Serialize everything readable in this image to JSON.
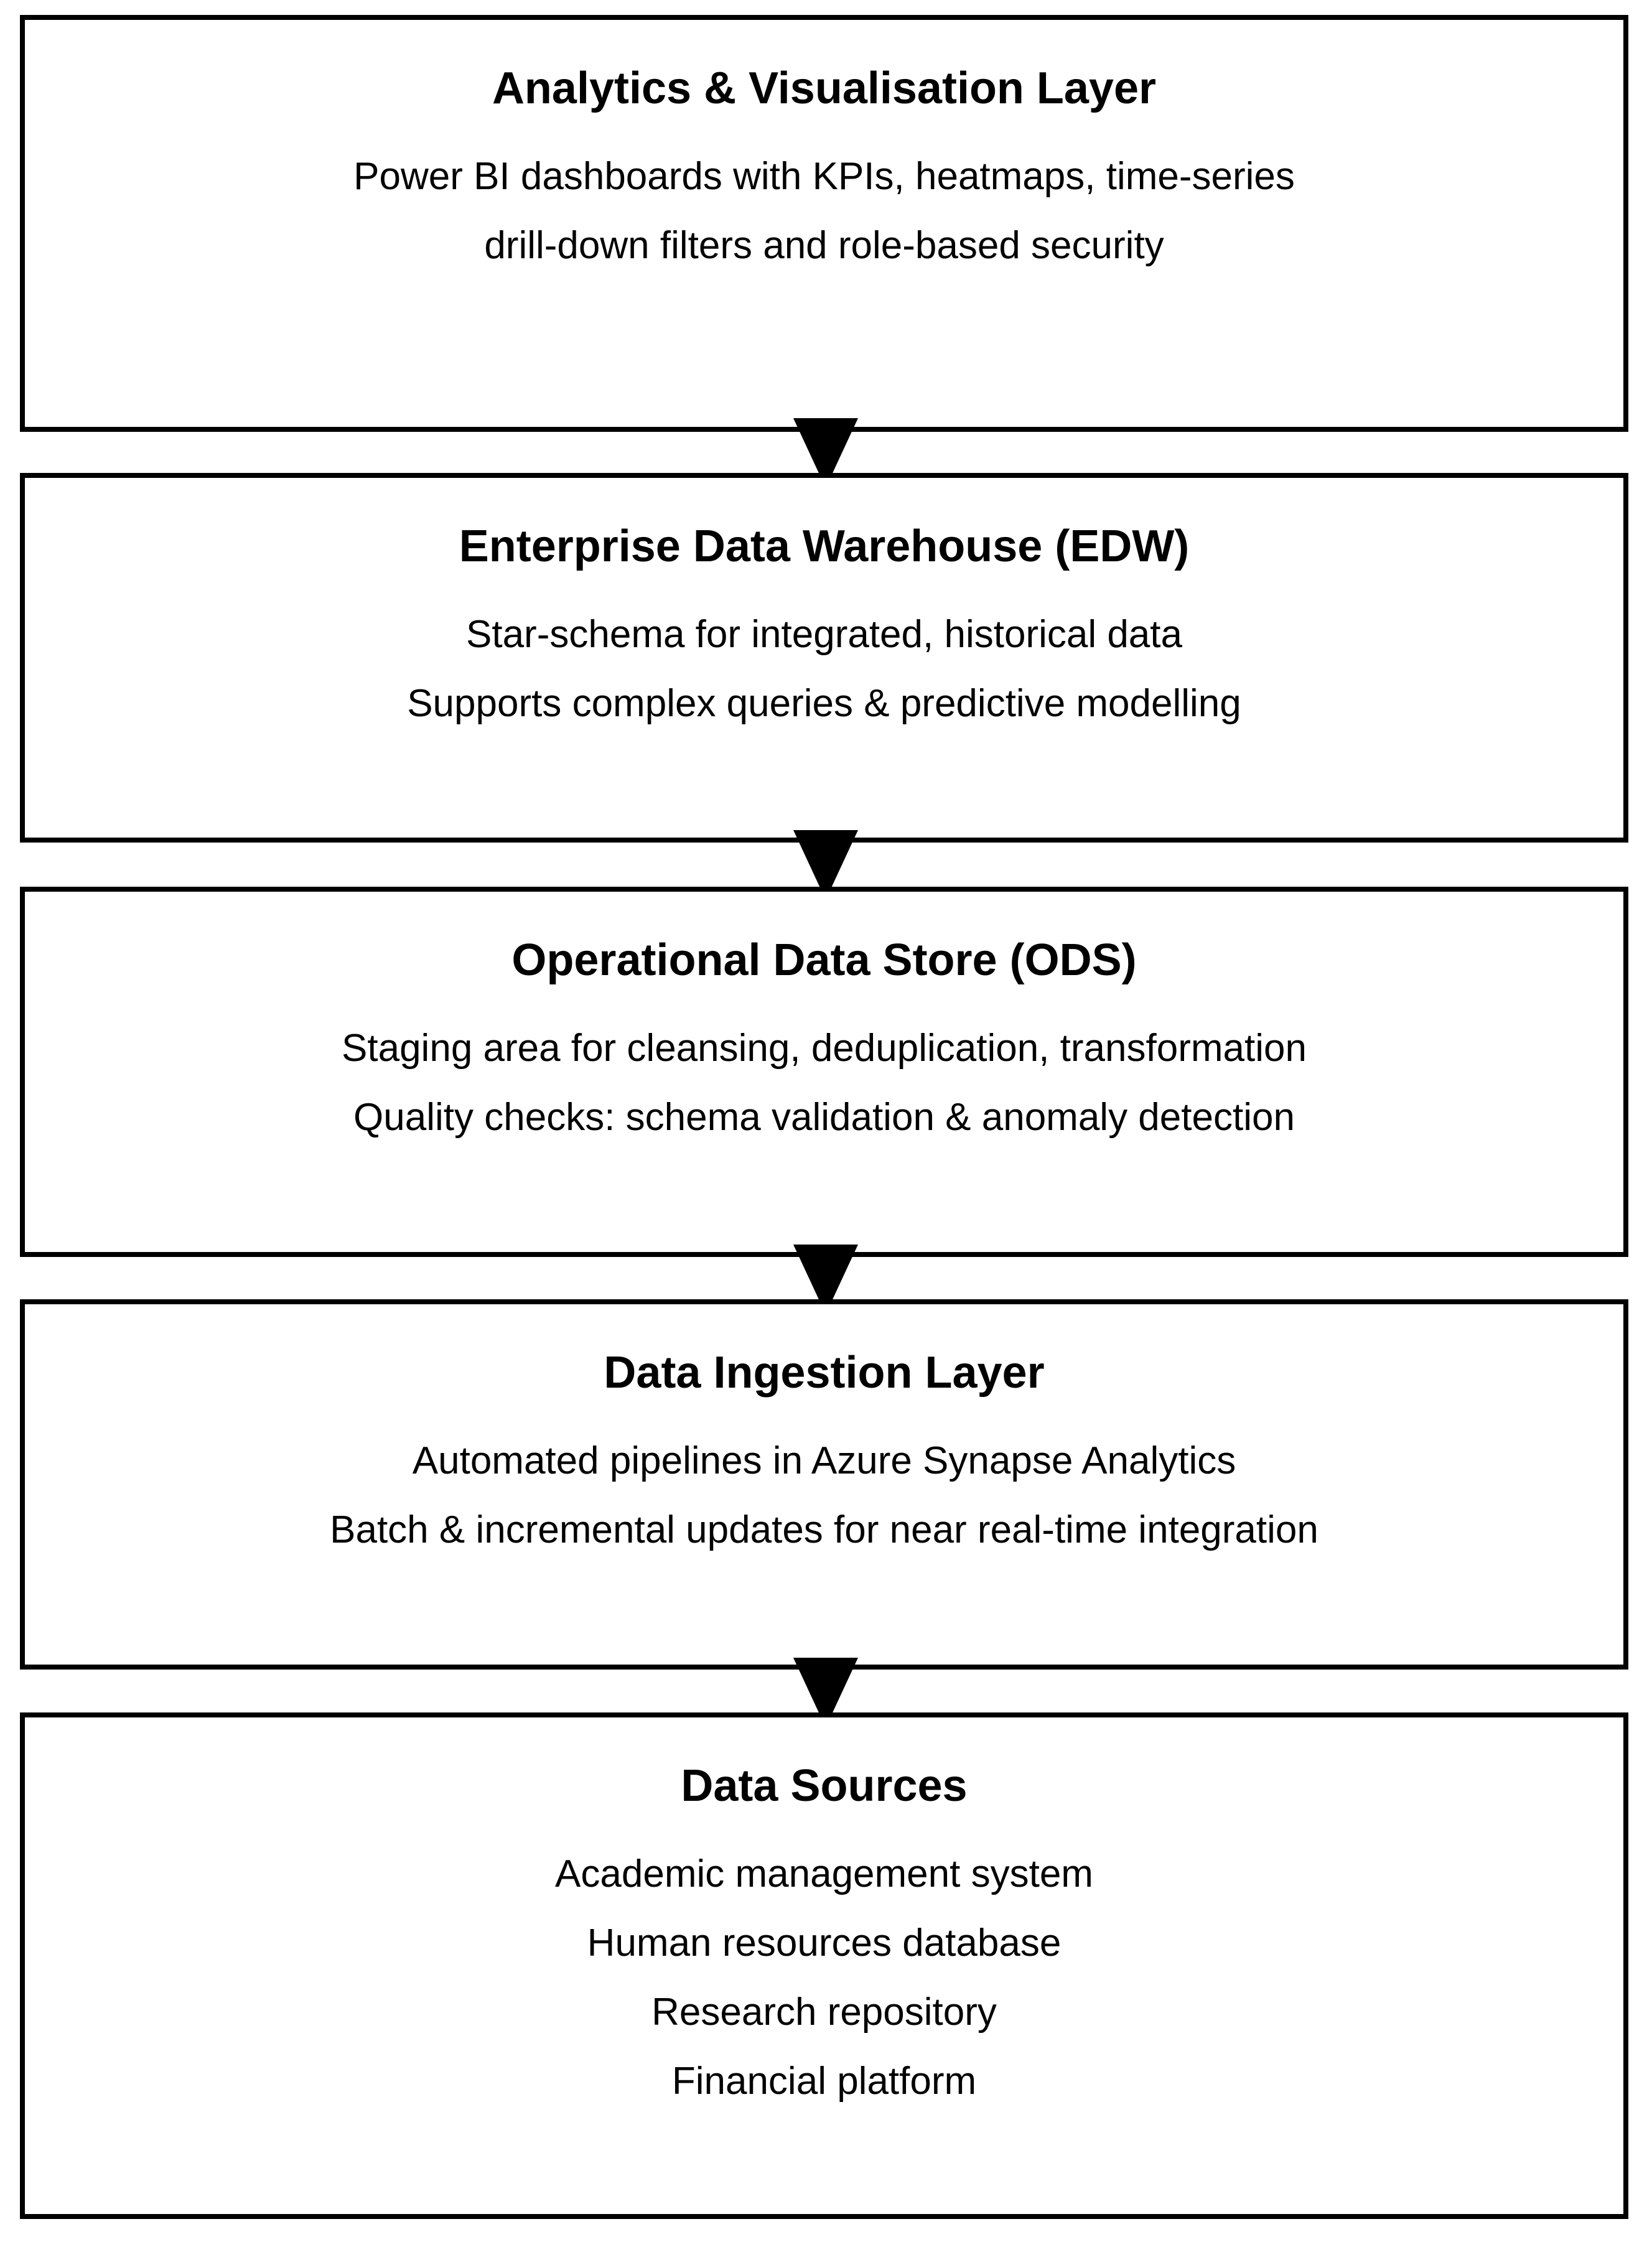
{
  "layers": [
    {
      "title": "Analytics & Visualisation Layer",
      "lines": [
        "Power BI dashboards with KPIs, heatmaps, time-series",
        "drill-down filters and role-based security"
      ]
    },
    {
      "title": "Enterprise Data Warehouse (EDW)",
      "lines": [
        "Star-schema for integrated, historical data",
        "Supports complex queries & predictive modelling"
      ]
    },
    {
      "title": "Operational Data Store (ODS)",
      "lines": [
        "Staging area for cleansing, deduplication, transformation",
        "Quality checks: schema validation & anomaly detection"
      ]
    },
    {
      "title": "Data Ingestion Layer",
      "lines": [
        "Automated pipelines in Azure Synapse Analytics",
        "Batch & incremental updates for near real-time integration"
      ]
    },
    {
      "title": "Data Sources",
      "lines": [
        "Academic management system",
        "Human resources database",
        "Research repository",
        "Financial platform"
      ]
    }
  ]
}
